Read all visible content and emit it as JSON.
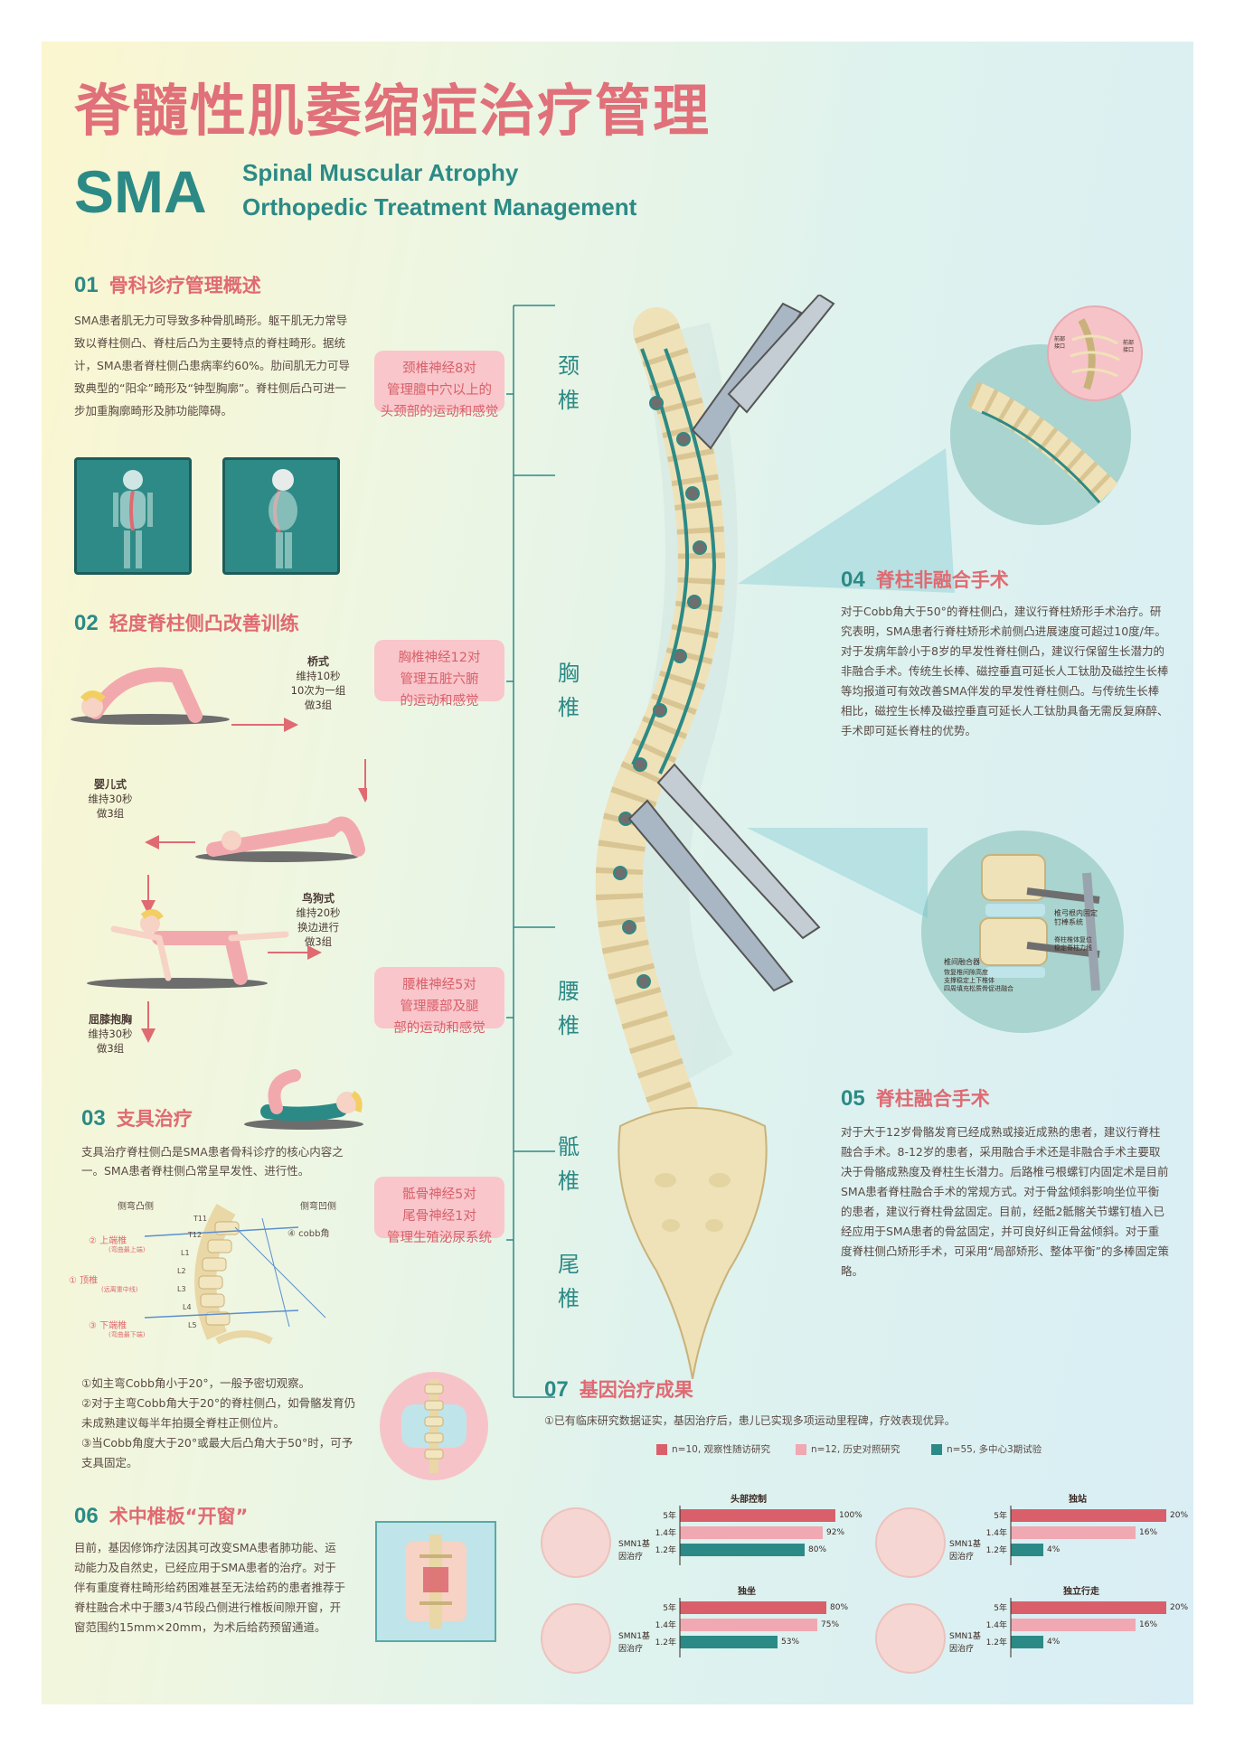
{
  "header": {
    "title": "脊髓性肌萎缩症治疗管理",
    "acronym": "SMA",
    "subtitle_line1": "Spinal Muscular Atrophy",
    "subtitle_line2": "Orthopedic Treatment Management"
  },
  "sections": {
    "s01": {
      "num": "01",
      "title": "骨科诊疗管理概述",
      "text": "SMA患者肌无力可导致多种骨肌畸形。躯干肌无力常导致以脊柱侧凸、脊柱后凸为主要特点的脊柱畸形。据统计，SMA患者脊柱侧凸患病率约60%。肋间肌无力可导致典型的“阳伞”畸形及“钟型胸廓”。脊柱侧后凸可进一步加重胸廓畸形及肺功能障碍。"
    },
    "s02": {
      "num": "02",
      "title": "轻度脊柱侧凸改善训练"
    },
    "s03": {
      "num": "03",
      "title": "支具治疗",
      "text": "支具治疗脊柱侧凸是SMA患者骨科诊疗的核心内容之一。SMA患者脊柱侧凸常呈早发性、进行性。",
      "notes": "①如主弯Cobb角小于20°，一般予密切观察。\n②对于主弯Cobb角大于20°的脊柱侧凸，如骨骼发育仍未成熟建议每半年拍摄全脊柱正侧位片。\n③当Cobb角度大于20°或最大后凸角大于50°时，可予支具固定。"
    },
    "s04": {
      "num": "04",
      "title": "脊柱非融合手术",
      "text": "对于Cobb角大于50°的脊柱侧凸，建议行脊柱矫形手术治疗。研究表明，SMA患者行脊柱矫形术前侧凸进展速度可超过10度/年。对于发病年龄小于8岁的早发性脊柱侧凸，建议行保留生长潜力的非融合手术。传统生长棒、磁控垂直可延长人工钛肋及磁控生长棒等均报道可有效改善SMA伴发的早发性脊柱侧凸。与传统生长棒相比，磁控生长棒及磁控垂直可延长人工钛肋具备无需反复麻醉、手术即可延长脊柱的优势。"
    },
    "s05": {
      "num": "05",
      "title": "脊柱融合手术",
      "text": "对于大于12岁骨骼发育已经成熟或接近成熟的患者，建议行脊柱融合手术。8-12岁的患者，采用融合手术还是非融合手术主要取决于骨骼成熟度及脊柱生长潜力。后路椎弓根螺钉内固定术是目前SMA患者脊柱融合手术的常规方式。对于骨盆倾斜影响坐位平衡的患者，建议行脊柱骨盆固定。目前，经骶2骶髂关节螺钉植入已经应用于SMA患者的骨盆固定，并可良好纠正骨盆倾斜。对于重度脊柱侧凸矫形手术，可采用“局部矫形、整体平衡”的多棒固定策略。"
    },
    "s06": {
      "num": "06",
      "title": "术中椎板“开窗”",
      "text": "目前，基因修饰疗法因其可改变SMA患者肺功能、运动能力及自然史，已经应用于SMA患者的治疗。对于伴有重度脊柱畸形给药困难甚至无法给药的患者推荐于脊柱融合术中于腰3/4节段凸侧进行椎板间隙开窗，开窗范围约15mm×20mm，为术后给药预留通道。"
    },
    "s07": {
      "num": "07",
      "title": "基因治疗成果",
      "text": "①已有临床研究数据证实，基因治疗后，患儿已实现多项运动里程碑，疗效表现优异。"
    }
  },
  "exercises": [
    {
      "name": "桥式",
      "detail": "维持10秒\n10次为一组\n做3组"
    },
    {
      "name": "婴儿式",
      "detail": "维持30秒\n做3组"
    },
    {
      "name": "鸟狗式",
      "detail": "维持20秒\n换边进行\n做3组"
    },
    {
      "name": "屈膝抱胸",
      "detail": "维持30秒\n做3组"
    }
  ],
  "nerves": [
    {
      "text": "颈椎神经8对\n管理膻中穴以上的\n头颈部的运动和感觉",
      "label": "颈\n椎"
    },
    {
      "text": "胸椎神经12对\n管理五脏六腑\n的运动和感觉",
      "label": "胸\n椎"
    },
    {
      "text": "腰椎神经5对\n管理腰部及腿\n部的运动和感觉",
      "label": "腰\n椎"
    },
    {
      "text": "骶骨神经5对\n尾骨神经1对\n管理生殖泌尿系统",
      "label": "骶\n椎"
    },
    {
      "text": "",
      "label": "尾\n椎"
    }
  ],
  "brace_diagram": {
    "labels": [
      "侧弯凸侧",
      "侧弯凹侧",
      "② 上端椎",
      "(弯曲最上端)",
      "① 顶椎",
      "(远离重中线)",
      "③ 下端椎",
      "(弯曲最下端)",
      "④ cobb角",
      "T11",
      "T12",
      "L1",
      "L2",
      "L3",
      "L4",
      "L5"
    ]
  },
  "insets": {
    "top_labels": [
      "前部\n接口",
      "前部\n接口"
    ],
    "fusion_labels": [
      "椎间融合器",
      "恢复椎间隙高度\n支撑稳定上下椎体\n四周填充松质骨促进融合",
      "椎弓根内固定\n钉棒系统",
      "脊柱椎体复位\n稳定脊柱力线"
    ]
  },
  "legend": [
    {
      "label": "n=10, 观察性随访研究",
      "color": "#d9606a"
    },
    {
      "label": "n=12, 历史对照研究",
      "color": "#f0a8b2"
    },
    {
      "label": "n=55, 多中心3期试验",
      "color": "#2c8a86"
    }
  ],
  "charts": [
    {
      "title": "头部控制",
      "group": "SMN1基\n因治疗",
      "rows": [
        "5年",
        "1.4年",
        "1.2年"
      ],
      "values": [
        100,
        92,
        80
      ],
      "labels": [
        "100%",
        "92%",
        "80%"
      ]
    },
    {
      "title": "独站",
      "group": "SMN1基\n因治疗",
      "rows": [
        "5年",
        "1.4年",
        "1.2年"
      ],
      "values": [
        20,
        16,
        4
      ],
      "labels": [
        "20%",
        "16%",
        "4%"
      ]
    },
    {
      "title": "独坐",
      "group": "SMN1基\n因治疗",
      "rows": [
        "5年",
        "1.4年",
        "1.2年"
      ],
      "values": [
        80,
        75,
        53
      ],
      "labels": [
        "80%",
        "75%",
        "53%"
      ]
    },
    {
      "title": "独立行走",
      "group": "SMN1基\n因治疗",
      "rows": [
        "5年",
        "1.4年",
        "1.2年"
      ],
      "values": [
        20,
        16,
        4
      ],
      "labels": [
        "20%",
        "16%",
        "4%"
      ]
    }
  ],
  "colors": {
    "accent": "#e0707a",
    "teal": "#2c8a86",
    "pink": "#f8c6cb",
    "bone": "#f2e6c0"
  }
}
